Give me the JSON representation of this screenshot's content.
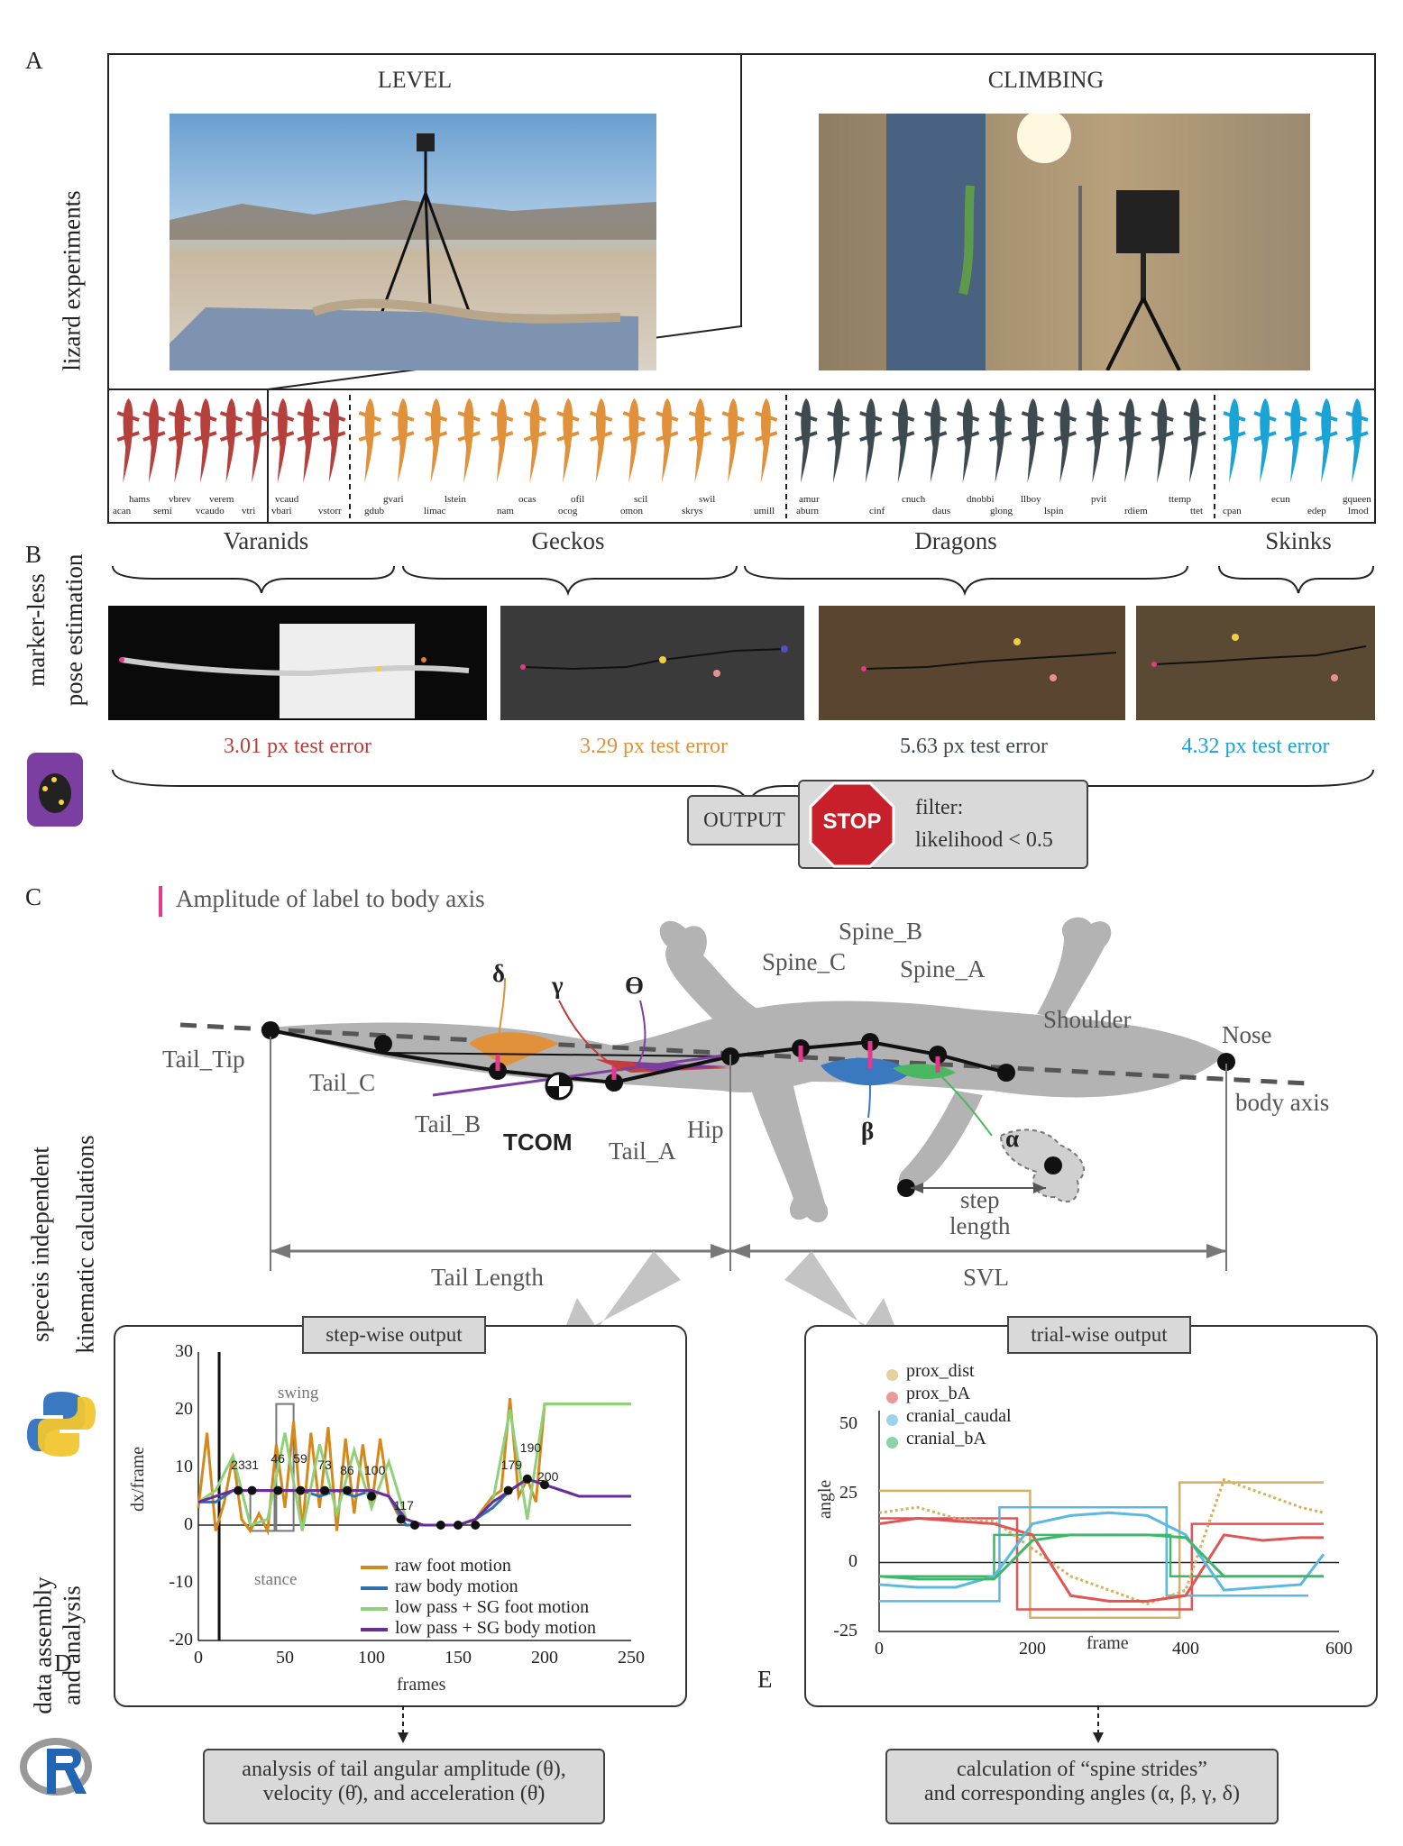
{
  "panels": {
    "a": "A",
    "b": "B",
    "c": "C",
    "d": "D",
    "e": "E"
  },
  "side_labels": {
    "lizard_experiments": "lizard experiments",
    "pose_estimation_1": "marker-less",
    "pose_estimation_2": "pose estimation",
    "kinematic_1": "speceis independent",
    "kinematic_2": "kinematic calculations",
    "analysis_1": "data assembly",
    "analysis_2": "and analysis"
  },
  "experiments": {
    "level": "LEVEL",
    "climbing": "CLIMBING"
  },
  "species": {
    "top": [
      "hams",
      "vbrev",
      "verem",
      "vcaud",
      "lstein",
      "gvari",
      "ocas",
      "ofil",
      "scil",
      "swil",
      "amur",
      "cnuch",
      "dnobbi",
      "llboy",
      "pvit",
      "ttemp",
      "ecun",
      "gqueen"
    ],
    "bottom": [
      "acan",
      "semi",
      "vcaudo",
      "vtri",
      "vbari",
      "vstorr",
      "gdub",
      "limac",
      "nam",
      "ocog",
      "omon",
      "skrys",
      "umill",
      "aburn",
      "cinf",
      "daus",
      "glong",
      "lspin",
      "rdiem",
      "ttet",
      "cpan",
      "edep",
      "lmod"
    ]
  },
  "groups": [
    {
      "name": "Varanids",
      "color": "#b5403c"
    },
    {
      "name": "Geckos",
      "color": "#e0913a"
    },
    {
      "name": "Dragons",
      "color": "#3d4a4f"
    },
    {
      "name": "Skinks",
      "color": "#1aa3d6"
    }
  ],
  "errors": [
    "3.01 px test error",
    "3.29 px test error",
    "5.63 px test error",
    "4.32 px test error"
  ],
  "output": {
    "label": "OUTPUT",
    "stop": "STOP",
    "filter_1": "filter:",
    "filter_2": "likelihood < 0.5"
  },
  "kinematics": {
    "amplitude_legend": "Amplitude of label to body axis",
    "labels": {
      "tail_tip": "Tail_Tip",
      "tail_c": "Tail_C",
      "tail_b": "Tail_B",
      "tail_a": "Tail_A",
      "tcom": "TCOM",
      "hip": "Hip",
      "spine_a": "Spine_A",
      "spine_b": "Spine_B",
      "spine_c": "Spine_C",
      "shoulder": "Shoulder",
      "nose": "Nose",
      "body_axis": "body axis",
      "step_1": "step",
      "step_2": "length",
      "tail_length": "Tail Length",
      "svl": "SVL",
      "delta": "δ",
      "gamma": "γ",
      "theta": "ϴ",
      "beta": "β",
      "alpha": "α"
    }
  },
  "stepwise": {
    "title": "step-wise output",
    "ylabel": "dx/frame",
    "xlabel": "frames",
    "swing": "swing",
    "stance": "stance",
    "legend": [
      "raw foot motion",
      "raw body motion",
      "low pass + SG foot motion",
      "low pass + SG body motion"
    ],
    "legend_colors": [
      "#d4891c",
      "#2f6fb0",
      "#8fd17a",
      "#6a2c9a"
    ],
    "yticks": [
      "30",
      "20",
      "10",
      "0",
      "-10",
      "-20"
    ],
    "xticks": [
      "0",
      "50",
      "100",
      "150",
      "200",
      "250"
    ],
    "frame_marks": [
      "23",
      "31",
      "46",
      "59",
      "73",
      "86",
      "100",
      "117",
      "179",
      "190",
      "200"
    ]
  },
  "trialwise": {
    "title": "trial-wise output",
    "ylabel": "angle",
    "xlabel": "frame",
    "legend": [
      "prox_dist",
      "prox_bA",
      "cranial_caudal",
      "cranial_bA"
    ],
    "legend_colors": [
      "#d4b060",
      "#e05555",
      "#5bb8e0",
      "#3cb86a"
    ],
    "yticks": [
      "50",
      "25",
      "0",
      "-25"
    ],
    "xticks": [
      "0",
      "200",
      "400",
      "600"
    ]
  },
  "chart_data": [
    {
      "type": "line",
      "ylabel": "dx/frame",
      "xlabel": "frames",
      "ylim": [
        -20,
        30
      ],
      "xlim": [
        0,
        250
      ],
      "series": [
        {
          "name": "raw foot motion",
          "x": [
            0,
            5,
            10,
            15,
            20,
            25,
            30,
            35,
            40,
            45,
            50,
            55,
            60,
            65,
            70,
            75,
            80,
            85,
            90,
            95,
            100,
            105,
            110,
            115,
            120,
            130,
            140,
            150,
            160,
            170,
            175,
            180,
            185,
            190,
            195,
            200,
            205,
            210,
            250
          ],
          "values": [
            3,
            16,
            -1,
            4,
            12,
            1,
            -1,
            2,
            -1,
            14,
            3,
            18,
            -1,
            16,
            3,
            17,
            -1,
            15,
            2,
            14,
            3,
            15,
            5,
            2,
            0,
            0,
            0,
            0,
            1,
            5,
            6,
            22,
            5,
            8,
            4,
            21,
            21,
            21,
            21
          ]
        },
        {
          "name": "raw body motion",
          "x": [
            0,
            10,
            20,
            30,
            40,
            50,
            60,
            70,
            80,
            90,
            100,
            110,
            120,
            130,
            140,
            150,
            160,
            170,
            180,
            190,
            200,
            210,
            220,
            250
          ],
          "values": [
            4,
            4,
            6,
            6,
            6,
            6,
            6,
            5,
            6,
            5,
            6,
            5,
            0,
            0,
            0,
            0,
            1,
            3,
            6,
            8,
            7,
            6,
            5,
            5
          ]
        },
        {
          "name": "low pass + SG foot motion",
          "x": [
            0,
            10,
            20,
            30,
            40,
            50,
            60,
            70,
            80,
            90,
            100,
            110,
            120,
            130,
            140,
            150,
            160,
            170,
            180,
            190,
            200,
            210,
            250
          ],
          "values": [
            4,
            6,
            12,
            0,
            1,
            16,
            -1,
            14,
            2,
            13,
            3,
            11,
            1,
            0,
            0,
            0,
            1,
            4,
            20,
            1,
            21,
            21,
            21
          ]
        },
        {
          "name": "low pass + SG body motion",
          "x": [
            0,
            10,
            20,
            30,
            40,
            50,
            60,
            70,
            80,
            90,
            100,
            110,
            120,
            130,
            140,
            150,
            160,
            170,
            180,
            190,
            200,
            210,
            220,
            250
          ],
          "values": [
            4,
            5,
            6,
            6,
            6,
            6,
            6,
            6,
            6,
            6,
            6,
            5,
            1,
            0,
            0,
            0,
            1,
            4,
            6,
            8,
            7,
            6,
            5,
            5
          ]
        }
      ]
    },
    {
      "type": "line",
      "ylabel": "angle",
      "xlabel": "frame",
      "ylim": [
        -25,
        55
      ],
      "xlim": [
        0,
        600
      ],
      "series": [
        {
          "name": "prox_dist",
          "x": [
            0,
            50,
            100,
            150,
            200,
            250,
            300,
            350,
            400,
            450,
            500,
            550,
            580
          ],
          "values": [
            18,
            20,
            16,
            15,
            5,
            -5,
            -10,
            -15,
            -10,
            30,
            25,
            20,
            18
          ]
        },
        {
          "name": "prox_bA",
          "x": [
            0,
            50,
            100,
            150,
            200,
            250,
            300,
            350,
            400,
            450,
            500,
            550,
            580
          ],
          "values": [
            14,
            16,
            15,
            14,
            10,
            -12,
            -14,
            -14,
            -12,
            10,
            8,
            9,
            9
          ]
        },
        {
          "name": "cranial_caudal",
          "x": [
            0,
            50,
            100,
            150,
            200,
            250,
            300,
            350,
            400,
            450,
            500,
            550,
            580
          ],
          "values": [
            -8,
            -9,
            -9,
            -5,
            14,
            17,
            18,
            17,
            10,
            -10,
            -9,
            -8,
            3
          ]
        },
        {
          "name": "cranial_bA",
          "x": [
            0,
            50,
            100,
            150,
            200,
            250,
            300,
            350,
            400,
            450,
            500,
            550,
            580
          ],
          "values": [
            -5,
            -6,
            -6,
            -6,
            8,
            10,
            10,
            10,
            9,
            -5,
            -5,
            -5,
            -5
          ]
        }
      ]
    }
  ],
  "bottom_boxes": {
    "left_1": "analysis of tail angular amplitude (θ),",
    "left_2": "velocity (θ̇), and acceleration (θ̈)",
    "right_1": "calculation of “spine strides”",
    "right_2": "and corresponding angles (α, β, γ, δ)"
  }
}
